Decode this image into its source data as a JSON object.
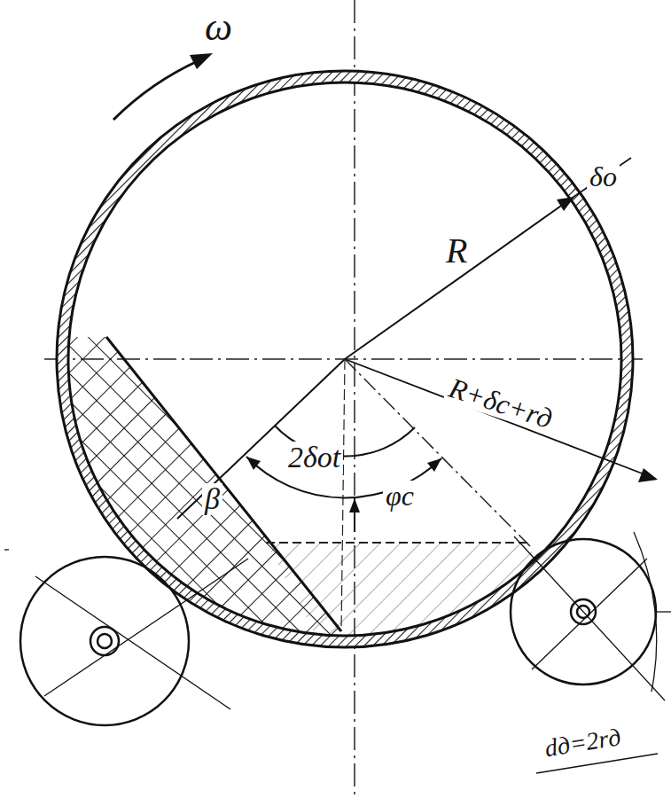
{
  "diagram": {
    "labels": [
      "ω",
      "δo",
      "R",
      "R+δc+rд",
      "2δot",
      "β",
      "φc",
      "dд=2rд"
    ]
  }
}
